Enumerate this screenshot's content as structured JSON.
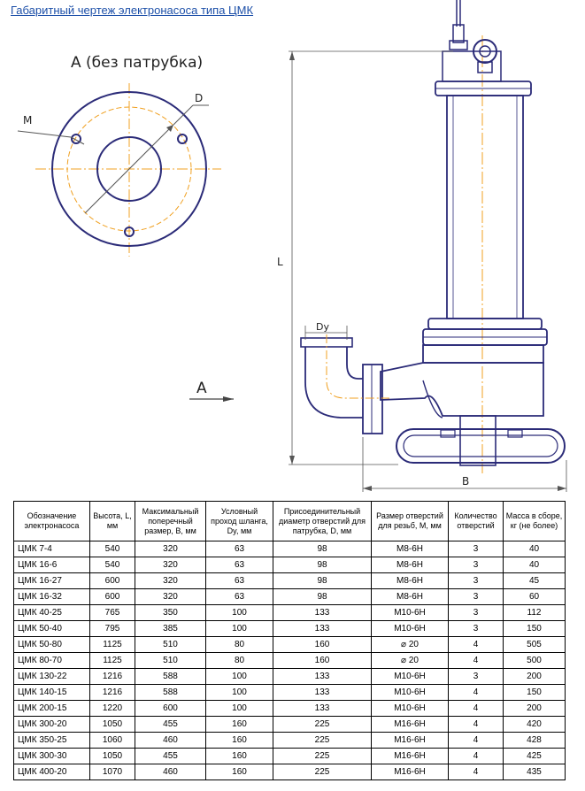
{
  "page": {
    "title": "Габаритный чертеж электронасоса типа ЦМК"
  },
  "drawing": {
    "view_label": "А (без патрубка)",
    "arrow_label": "А",
    "label_m": "М",
    "label_d": "D",
    "label_dy": "Dy",
    "label_l": "L",
    "label_b": "B",
    "colors": {
      "outline": "#2b2b78",
      "centerline": "#f0a020",
      "dim": "#555555"
    }
  },
  "table": {
    "headers": [
      "Обозначение электронасоса",
      "Высота, L, мм",
      "Максимальный поперечный размер, B, мм",
      "Условный проход шланга, Dy, мм",
      "Присоединительный диаметр отверстий для патрубка, D, мм",
      "Размер отверстий для резьб, М, мм",
      "Количество отверстий",
      "Масса в сборе, кг (не более)"
    ],
    "rows": [
      [
        "ЦМК 7-4",
        "540",
        "320",
        "63",
        "98",
        "M8-6H",
        "3",
        "40"
      ],
      [
        "ЦМК 16-6",
        "540",
        "320",
        "63",
        "98",
        "M8-6H",
        "3",
        "40"
      ],
      [
        "ЦМК 16-27",
        "600",
        "320",
        "63",
        "98",
        "M8-6H",
        "3",
        "45"
      ],
      [
        "ЦМК 16-32",
        "600",
        "320",
        "63",
        "98",
        "M8-6H",
        "3",
        "60"
      ],
      [
        "ЦМК 40-25",
        "765",
        "350",
        "100",
        "133",
        "M10-6H",
        "3",
        "112"
      ],
      [
        "ЦМК 50-40",
        "795",
        "385",
        "100",
        "133",
        "M10-6H",
        "3",
        "150"
      ],
      [
        "ЦМК 50-80",
        "1125",
        "510",
        "80",
        "160",
        "⌀ 20",
        "4",
        "505"
      ],
      [
        "ЦМК 80-70",
        "1125",
        "510",
        "80",
        "160",
        "⌀ 20",
        "4",
        "500"
      ],
      [
        "ЦМК 130-22",
        "1216",
        "588",
        "100",
        "133",
        "M10-6H",
        "3",
        "200"
      ],
      [
        "ЦМК 140-15",
        "1216",
        "588",
        "100",
        "133",
        "M10-6H",
        "4",
        "150"
      ],
      [
        "ЦМК 200-15",
        "1220",
        "600",
        "100",
        "133",
        "M10-6H",
        "4",
        "200"
      ],
      [
        "ЦМК 300-20",
        "1050",
        "455",
        "160",
        "225",
        "M16-6H",
        "4",
        "420"
      ],
      [
        "ЦМК 350-25",
        "1060",
        "460",
        "160",
        "225",
        "M16-6H",
        "4",
        "428"
      ],
      [
        "ЦМК 300-30",
        "1050",
        "455",
        "160",
        "225",
        "M16-6H",
        "4",
        "425"
      ],
      [
        "ЦМК 400-20",
        "1070",
        "460",
        "160",
        "225",
        "M16-6H",
        "4",
        "435"
      ]
    ]
  }
}
